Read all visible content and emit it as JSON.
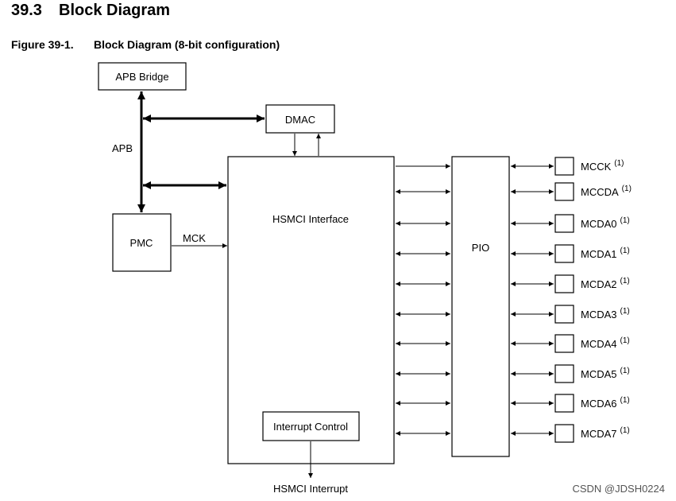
{
  "header": {
    "section_number": "39.3",
    "section_title": "Block Diagram",
    "figure_number": "Figure 39-1.",
    "figure_title": "Block Diagram (8-bit configuration)"
  },
  "blocks": {
    "apb_bridge": "APB Bridge",
    "dmac": "DMAC",
    "pmc": "PMC",
    "hsmci": "HSMCI Interface",
    "interrupt_control": "Interrupt Control",
    "pio": "PIO"
  },
  "signals": {
    "apb": "APB",
    "mck": "MCK",
    "hsmci_interrupt": "HSMCI Interrupt"
  },
  "pins": [
    {
      "name": "MCCK",
      "note": "(1)"
    },
    {
      "name": "MCCDA",
      "note": "(1)"
    },
    {
      "name": "MCDA0",
      "note": "(1)"
    },
    {
      "name": "MCDA1",
      "note": "(1)"
    },
    {
      "name": "MCDA2",
      "note": "(1)"
    },
    {
      "name": "MCDA3",
      "note": "(1)"
    },
    {
      "name": "MCDA4",
      "note": "(1)"
    },
    {
      "name": "MCDA5",
      "note": "(1)"
    },
    {
      "name": "MCDA6",
      "note": "(1)"
    },
    {
      "name": "MCDA7",
      "note": "(1)"
    }
  ],
  "watermark": "CSDN @JDSH0224"
}
